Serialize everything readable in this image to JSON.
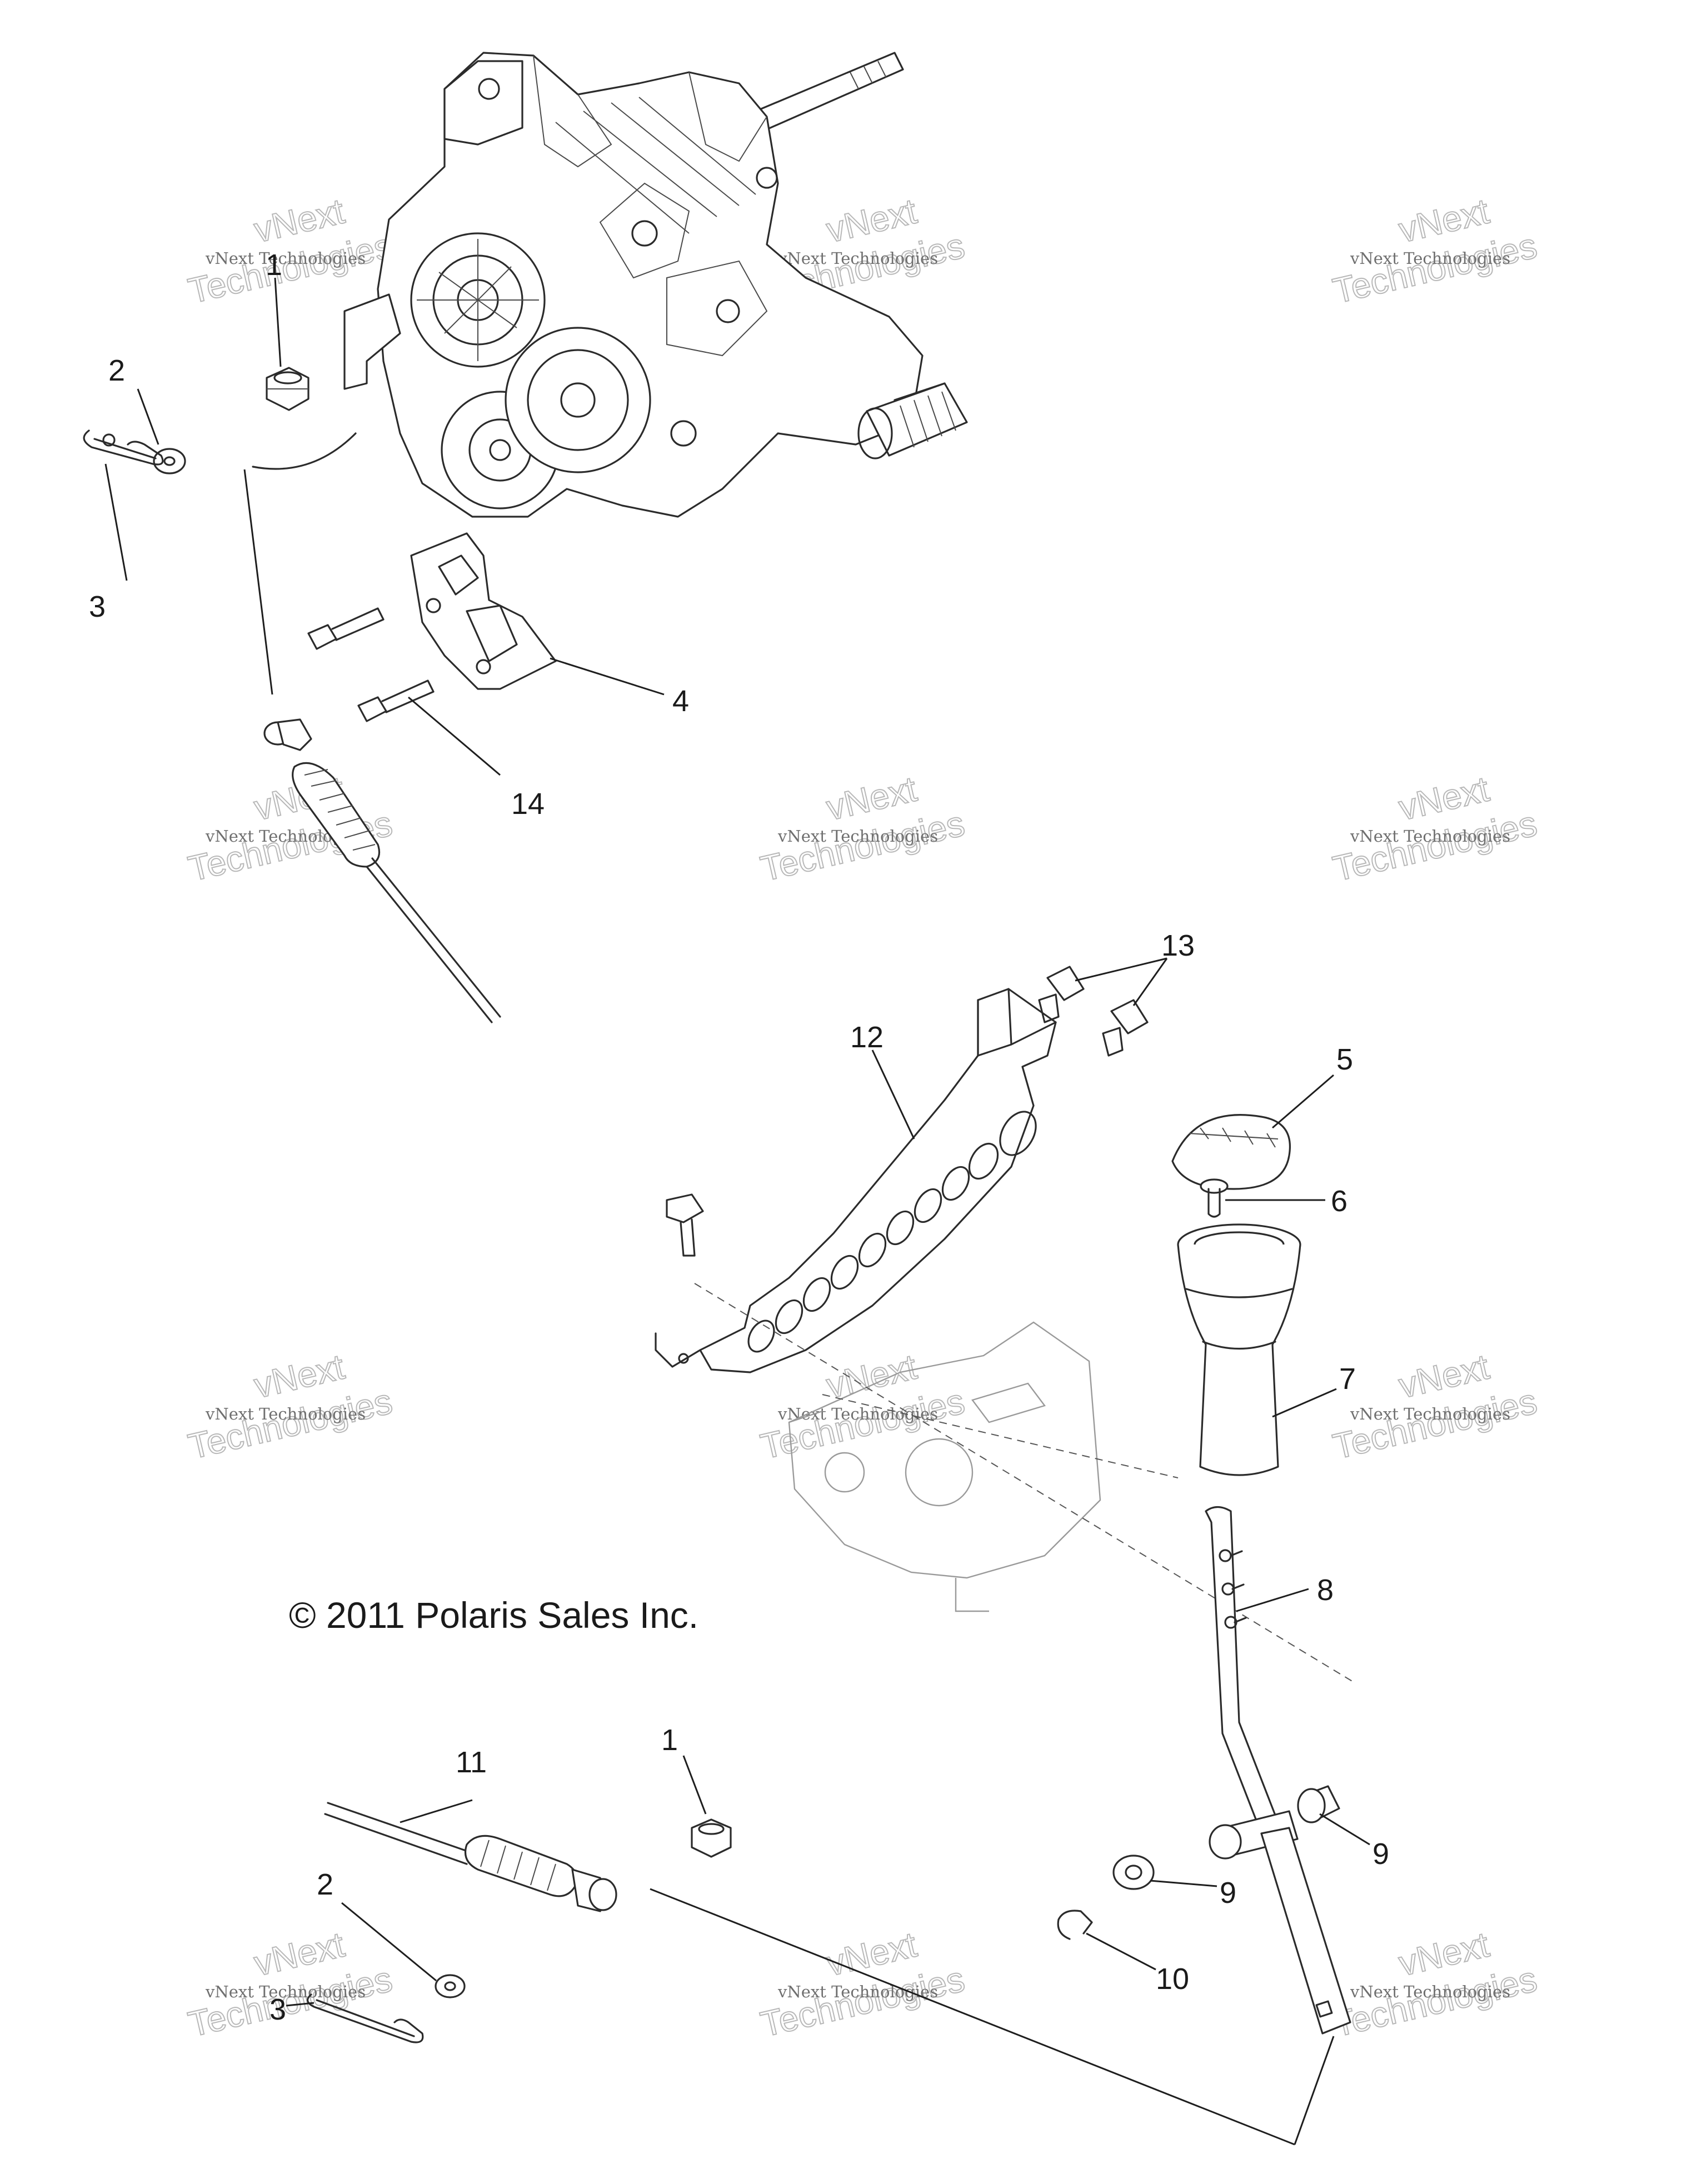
{
  "copyright": "© 2011 Polaris Sales Inc.",
  "watermark": {
    "line1": "vNext Technologies",
    "line2": "Technologies",
    "line3": "vNext"
  },
  "callouts": {
    "top_nut": "1",
    "top_washer": "2",
    "top_pin": "3",
    "bracket": "4",
    "knob_cap": "5",
    "screw": "6",
    "boot": "7",
    "lever": "8",
    "bushing_right": "9",
    "bushing_lower": "9",
    "eclip": "10",
    "cable": "11",
    "support": "12",
    "pushpins": "13",
    "bolt": "14",
    "bottom_nut": "1",
    "bottom_washer": "2",
    "bottom_pin": "3"
  }
}
